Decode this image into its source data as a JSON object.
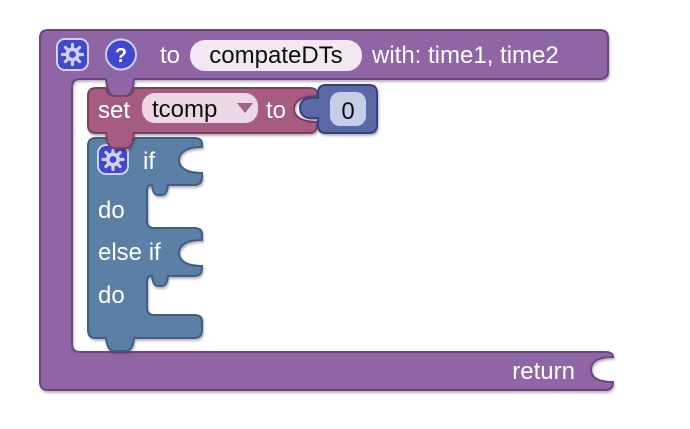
{
  "workspace": {
    "background": "#ffffff",
    "kind": "blockly-block-editor"
  },
  "blocks": {
    "procedure": {
      "kind": "procedure-definition",
      "color": "#9065a5",
      "to_label": "to",
      "name": "compateDTs",
      "params_label": "with: time1, time2",
      "return_label": "return",
      "help_label": "?"
    },
    "set_variable": {
      "kind": "set-variable",
      "color": "#a55b80",
      "set_label": "set",
      "variable": "tcomp",
      "to_label": "to"
    },
    "number": {
      "kind": "math-number",
      "color": "#5b67a5",
      "value": "0"
    },
    "if": {
      "kind": "controls-if",
      "color": "#5b80a5",
      "if_label": "if",
      "do_label_1": "do",
      "else_if_label": "else if",
      "do_label_2": "do"
    }
  },
  "icons": {
    "gear": "settings-gear",
    "help": "question-mark",
    "dropdown_arrow": "triangle-down"
  }
}
